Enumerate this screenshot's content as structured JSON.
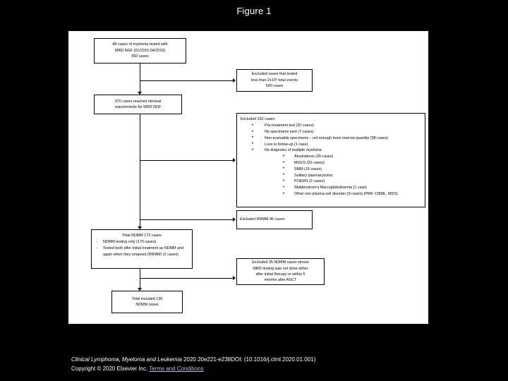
{
  "slide": {
    "title": "Figure 1"
  },
  "flowchart": {
    "box_all_cases": {
      "line1": "All cases of myeloma tested with",
      "line2": "MRD NGF (01/2015-04/2018)",
      "line3": "950 cases"
    },
    "box_excluded_events": {
      "line1": "Excluded cases that tested",
      "line2": "less than 2x10⁶ total events",
      "line3": "590 cases"
    },
    "box_reached_minimal": {
      "line1": "370 cases reached minimal",
      "line2": "requirements for MRD NGF"
    },
    "box_excluded_152": {
      "heading": "Excluded 152 cases",
      "items": [
        {
          "text": "Pre-treatment test (20 cases)"
        },
        {
          "text": "No specimens sent (7 cases)"
        },
        {
          "text": "Non-evaluable specimens – not enough bone marrow quantity (38 cases)"
        },
        {
          "text": "Loss to follow-up (1 case)"
        },
        {
          "text": "No diagnosis of multiple myeloma",
          "subitems": [
            "Amyloidosis (30 cases)",
            "MGUS (20 cases)",
            "SMM (16 cases)",
            "Solitary plasmacytoma",
            "POEMS (2 cases)",
            "Waldenstrom's Macroglobulinemia (1 case)",
            "Other non plasma cell disorder (9 cases) (PMF, CMML, MDS)"
          ]
        }
      ]
    },
    "box_excluded_rrmm": {
      "line1": "Excluded RRMM 46 cases"
    },
    "box_total_ndmm": {
      "heading": "Total NDMM 172 cases",
      "items": [
        "NDMM testing only (170 cases)",
        "Tested both after initial treatment as NDMM and again when they relapsed (RRMM) (2 cases)"
      ]
    },
    "box_excluded_35": {
      "line1": "Excluded 35 NDMM cases whose",
      "line2": "MRD testing was not done either",
      "line3": "after initial therapy or within 6",
      "line4": "months after ASCT"
    },
    "box_total_included": {
      "line1": "Total included 136",
      "line2": "NDMM cases"
    }
  },
  "footer": {
    "journal": "Clinical Lymphoma, Myeloma and Leukemia",
    "citation": " 2020 20e221-e238DOI: (10.1016/j.clml.2020.01.001)",
    "copyright": "Copyright © 2020 Elsevier Inc. ",
    "terms_link": "Terms and Conditions"
  }
}
